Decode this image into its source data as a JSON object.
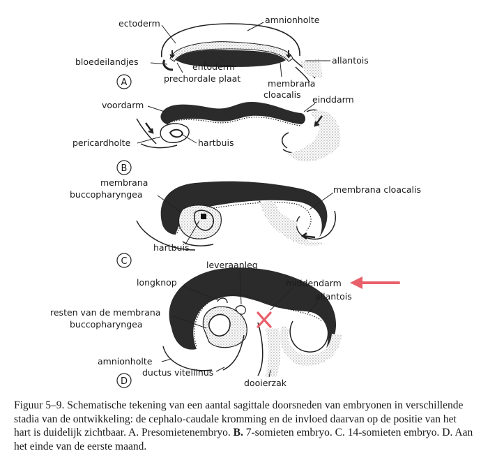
{
  "panels": {
    "a": {
      "letter": "A",
      "labels": {
        "ectoderm": "ectoderm",
        "amnionholte": "amnionholte",
        "bloedeilandjes": "bloedeilandjes",
        "entoderm": "entoderm",
        "allantois": "allantois",
        "prechordale_plaat": "prechordale plaat",
        "membrana": "membrana",
        "cloacalis": "cloacalis"
      }
    },
    "b": {
      "letter": "B",
      "labels": {
        "voordarm": "voordarm",
        "einddarm": "einddarm",
        "pericardholte": "pericardholte",
        "hartbuis": "hartbuis"
      }
    },
    "c": {
      "letter": "C",
      "labels": {
        "membrana": "membrana",
        "buccopharyngea": "buccopharyngea",
        "membrana_cloacalis": "membrana cloacalis",
        "hartbuis": "hartbuis"
      }
    },
    "d": {
      "letter": "D",
      "labels": {
        "leveraanleg": "leveraanleg",
        "longknop": "longknop",
        "middendarm": "middendarm",
        "resten_line1": "resten van de membrana",
        "resten_line2": "buccopharyngea",
        "allantois": "allantois",
        "amnionholte": "amnionholte",
        "ductus_vitellinus": "ductus vitellinus",
        "dooierzak": "dooierzak"
      }
    }
  },
  "annotation_color": "#e8606a",
  "caption": {
    "prefix": "Figuur 5–9. Schematische tekening van een aantal sagittale doorsneden van embryonen in verschillende stadia van de ontwikkeling: de cephalo-caudale kromming en de invloed daarvan op de positie van het hart is duidelijk zichtbaar. A. Presomietenembryo. ",
    "b_marker": "B.",
    "b_text": " 7-somieten embryo. C. 14-somieten embryo. D. Aan het einde van de eerste maand."
  }
}
